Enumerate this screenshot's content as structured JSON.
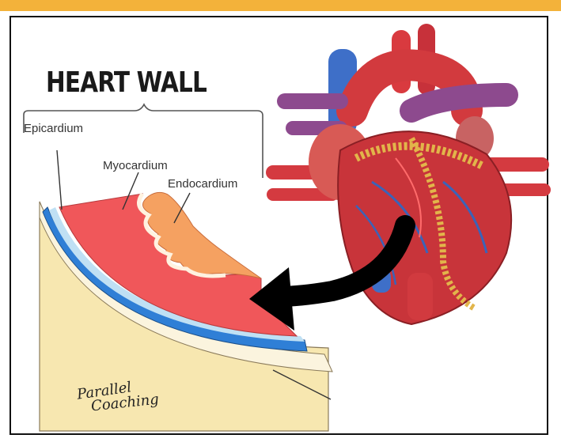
{
  "diagram": {
    "title": "HEART WALL",
    "labels": {
      "epicardium": "Epicardium",
      "myocardium": "Myocardium",
      "endocardium": "Endocardium"
    },
    "brand": {
      "line1": "Parallel",
      "line2": "Coaching"
    },
    "colors": {
      "top_bar": "#f3b23a",
      "myocardium": "#f0575a",
      "epicardium_blue": "#2f7fd6",
      "pericardium_cream": "#f7e7b0",
      "endocardium_orange": "#f5a161",
      "arrow": "#000000"
    }
  }
}
